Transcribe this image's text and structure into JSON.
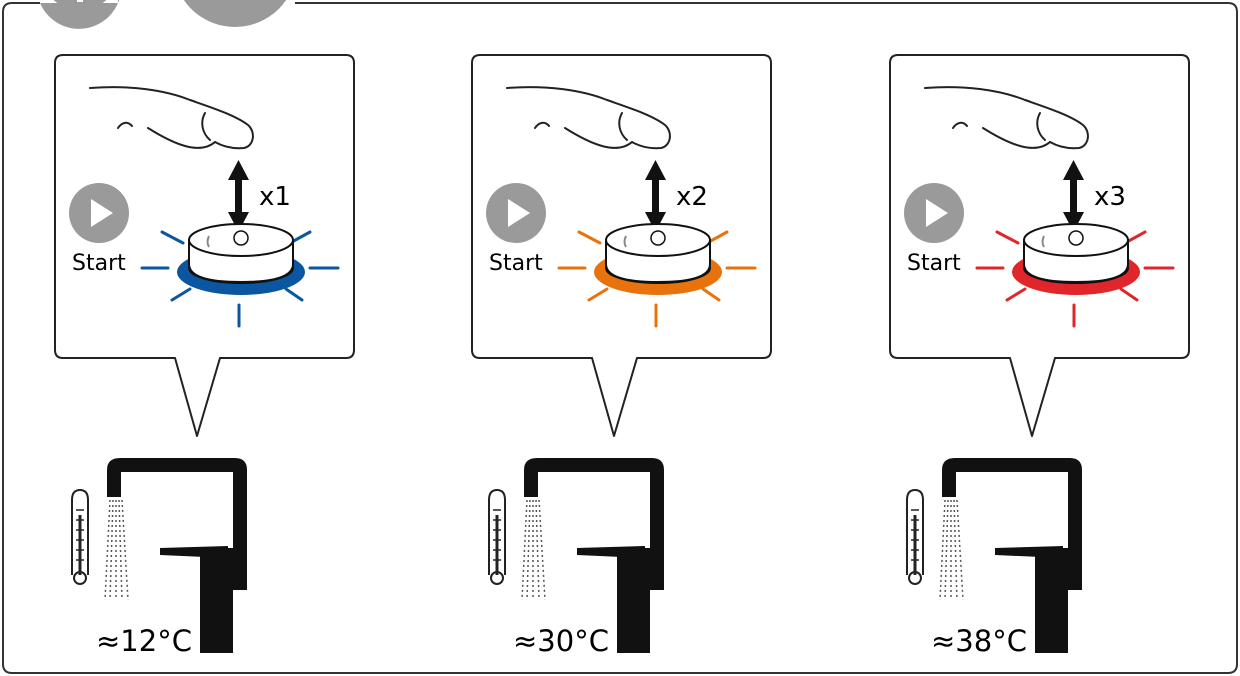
{
  "panels": [
    {
      "press_count": "x1",
      "start_label": "Start",
      "temperature": "≈12°C",
      "ring_color": "#0a56a0"
    },
    {
      "press_count": "x2",
      "start_label": "Start",
      "temperature": "≈30°C",
      "ring_color": "#e8730c"
    },
    {
      "press_count": "x3",
      "start_label": "Start",
      "temperature": "≈38°C",
      "ring_color": "#e0252b"
    }
  ],
  "icons": {
    "play": "play-icon",
    "hand": "pointing-finger-icon",
    "arrow": "double-arrow-icon",
    "button": "touch-button-icon",
    "faucet": "faucet-icon",
    "thermometer": "thermometer-icon"
  }
}
